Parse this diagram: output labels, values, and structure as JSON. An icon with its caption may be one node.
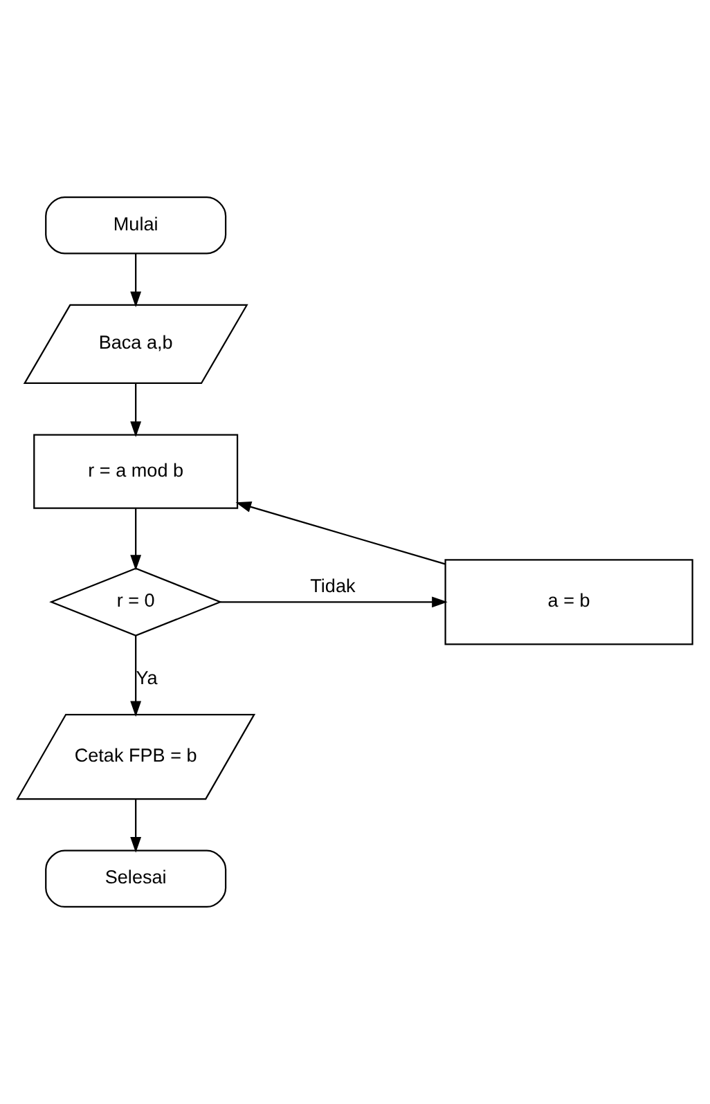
{
  "diagram": {
    "nodes": [
      {
        "text": [
          "Mulai"
        ]
      },
      {
        "text": [
          "Baca a,b"
        ]
      },
      {
        "text": [
          "r = a mod b"
        ]
      },
      {
        "text": [
          "r = 0"
        ]
      },
      {
        "text": [
          "a = b"
        ]
      },
      {
        "text": [
          "Cetak FPB = b"
        ]
      },
      {
        "text": [
          "Selesai"
        ]
      }
    ],
    "edges": [
      {
        "from": 0,
        "to": 1,
        "arrow": "to"
      },
      {
        "from": 1,
        "to": 2,
        "arrow": "to"
      },
      {
        "from": 2,
        "to": 3,
        "arrow": "to"
      },
      {
        "from": 3,
        "to": 4,
        "arrow": "to",
        "label": "Tidak"
      },
      {
        "from": 4,
        "to": 2,
        "arrow": "to"
      },
      {
        "from": 3,
        "to": 5,
        "arrow": "to",
        "label": "Ya"
      },
      {
        "from": 5,
        "to": 6,
        "arrow": "to"
      }
    ]
  }
}
